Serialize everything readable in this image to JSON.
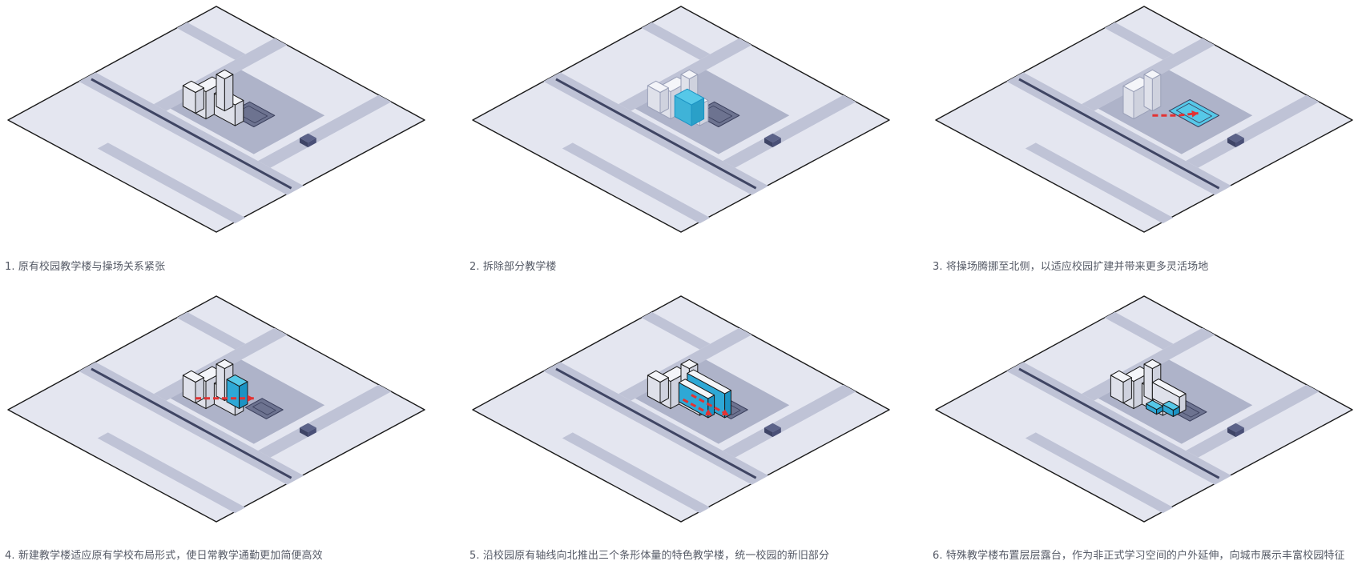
{
  "panels": [
    {
      "caption": "1. 原有校园教学楼与操场关系紧张",
      "step": "original"
    },
    {
      "caption": "2. 拆除部分教学楼",
      "step": "demolish"
    },
    {
      "caption": "3. 将操场腾挪至北侧，以适应校园扩建并带来更多灵活场地",
      "step": "relocate-field"
    },
    {
      "caption": "4. 新建教学楼适应原有学校布局形式，使日常教学通勤更加简便高效",
      "step": "new-building"
    },
    {
      "caption": "5. 沿校园原有轴线向北推出三个条形体量的特色教学楼，统一校园的新旧部分",
      "step": "extrude-bars"
    },
    {
      "caption": "6. 特殊教学楼布置层层露台，作为非正式学习空间的户外延伸，向城市展示丰富校园特征",
      "step": "terraces"
    }
  ],
  "colors": {
    "site": "#e4e6f0",
    "road": "#bfc3d6",
    "campus": "#aeb3c9",
    "field": "#6d7390",
    "building": "#f4f5f9",
    "highlight": "#56c8e8",
    "highlight_dark": "#1b93c4",
    "arrow": "#e33232",
    "outline": "#1a1a1a"
  }
}
